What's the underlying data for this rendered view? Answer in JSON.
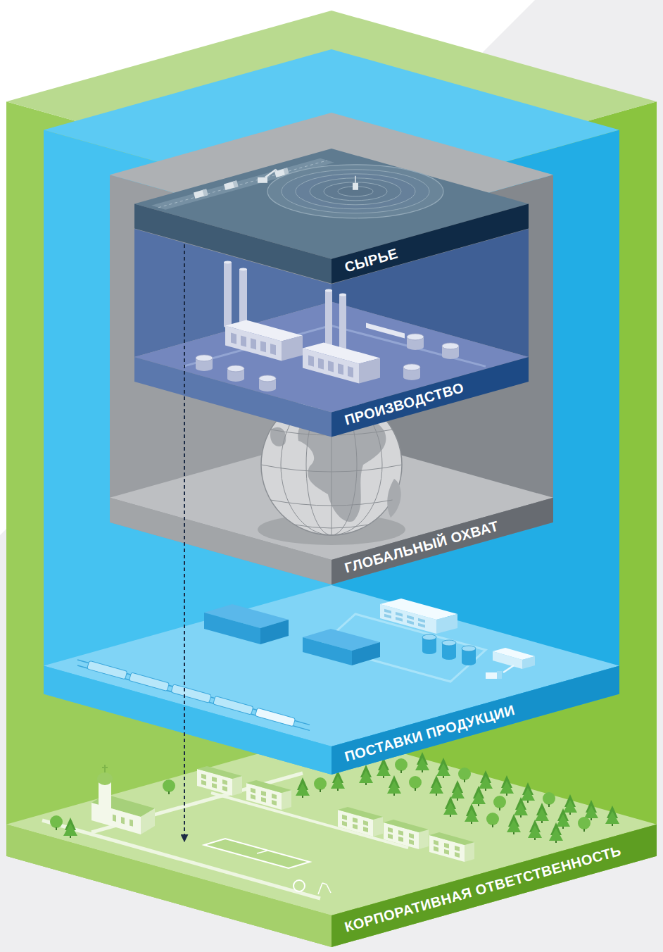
{
  "diagram": {
    "nodes": [
      {
        "text": [
          "КОРПОРАТИВНАЯ ОТВЕТСТВЕННОСТЬ"
        ]
      },
      {
        "text": [
          "ПОСТАВКИ ПРОДУКЦИИ"
        ],
        "in": 0
      },
      {
        "text": [
          "ГЛОБАЛЬНЫЙ ОХВАТ"
        ],
        "in": 1
      },
      {
        "text": [
          "СЫРЬЕ"
        ],
        "in": 2
      },
      {
        "text": [
          "ПРОИЗВОДСТВО"
        ],
        "in": 2
      }
    ],
    "edges": [
      {
        "from": 3,
        "to": 0,
        "arrow": "to"
      }
    ]
  }
}
